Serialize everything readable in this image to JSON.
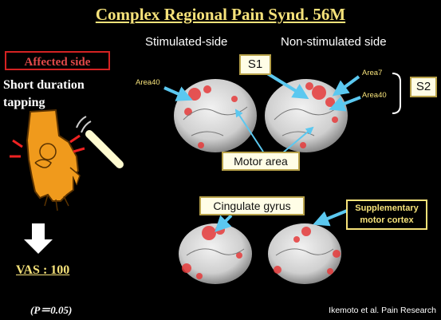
{
  "title": "Complex Regional Pain Synd. 56M",
  "columns": {
    "stimulated": "Stimulated-side",
    "non_stimulated": "Non-stimulated side"
  },
  "affected_side": "Affected side",
  "stimulus": "Short duration tapping",
  "vas": "VAS : 100",
  "p_value": "(P＝0.05)",
  "credit": "Ikemoto et al. Pain Research",
  "labels": {
    "s1": "S1",
    "s2": "S2",
    "area40_left": "Area40",
    "area7": "Area7",
    "area40_right": "Area40",
    "motor_area": "Motor area",
    "cingulate_gyrus": "Cingulate gyrus",
    "supplementary_motor_cortex": "Supplementary motor cortex"
  },
  "colors": {
    "title": "#f6e27a",
    "box_border": "#d42222",
    "arrow": "#5bc8f0",
    "hand": "#f09a1c",
    "activation": "#e63b3b"
  },
  "icons": [
    "hand-icon",
    "tap-stick-icon",
    "down-arrow-icon",
    "brain-icon"
  ]
}
